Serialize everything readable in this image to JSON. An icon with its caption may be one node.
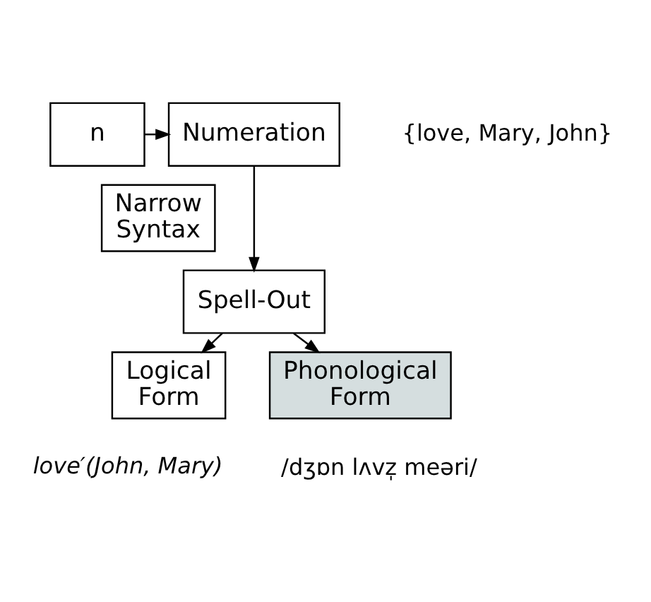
{
  "diagram": {
    "nodes": [
      {
        "text": [
          "n"
        ]
      },
      {
        "text": [
          "Numeration"
        ],
        "beside": [
          "{love, Mary, John}"
        ]
      },
      {
        "text": [
          "Narrow Syntax"
        ]
      },
      {
        "text": [
          "Spell-Out"
        ]
      },
      {
        "text": [
          "Logical Form"
        ],
        "beside": [
          "love′(John, Mary)"
        ]
      },
      {
        "text": [
          "Phonological Form"
        ],
        "beside": [
          "/dʒɒn lʌvz̩ meəri/"
        ]
      }
    ],
    "edges": [
      {
        "from": 0,
        "to": 1,
        "arrow": "to"
      },
      {
        "from": 1,
        "to": 3,
        "arrow": "to"
      },
      {
        "from": 3,
        "to": 4,
        "arrow": "to"
      },
      {
        "from": 3,
        "to": 5,
        "arrow": "to"
      }
    ]
  }
}
